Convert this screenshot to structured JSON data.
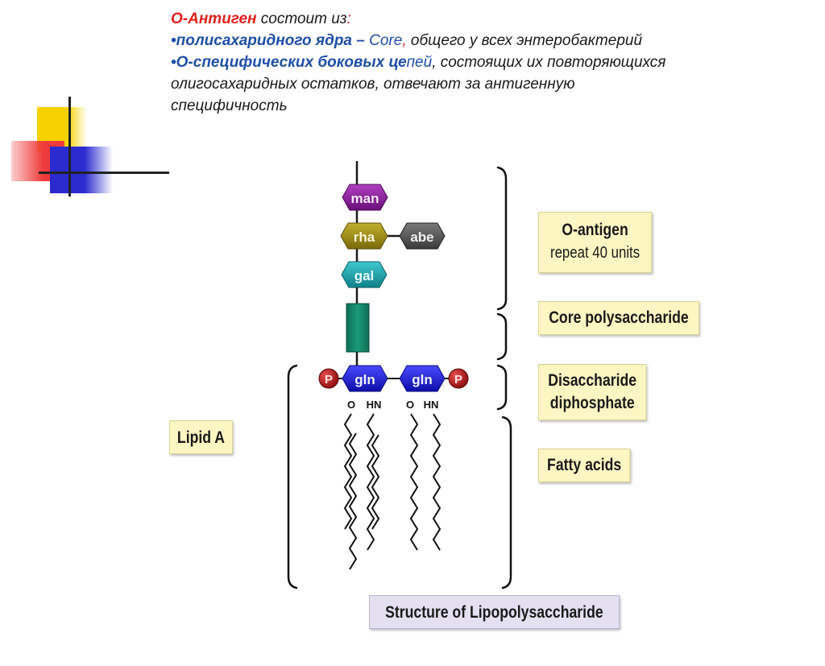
{
  "header": {
    "title": "О-Антиген",
    "title_rest": " состоит из",
    "colon": ":",
    "bullet1_bold": "•полисахаридного ядра – ",
    "bullet1_core": "Core",
    "bullet1_comma": ",",
    "bullet1_rest": " общего у всех энтеробактерий",
    "bullet2_bold": "•О-специфических боковых це",
    "bullet2_blue": "пей",
    "bullet2_rest": ", состоящих их повторяющихся",
    "line4": "олигосахаридных остатков, отвечают за антигенную",
    "line5": "специфичность"
  },
  "sugars": {
    "man": "man",
    "rha": "rha",
    "abe": "abe",
    "gal": "gal",
    "gln1": "gln",
    "gln2": "gln",
    "p": "P"
  },
  "atoms": {
    "o1": "O",
    "hn1": "HN",
    "o2": "O",
    "hn2": "HN"
  },
  "labels": {
    "o_antigen": "O-antigen",
    "o_antigen_sub": "repeat 40 units",
    "core": "Core polysaccharide",
    "dis1": "Disaccharide",
    "dis2": "diphosphate",
    "fatty": "Fatty acids",
    "lipid": "Lipid A",
    "title": "Structure of Lipopolysaccharide"
  },
  "colors": {
    "man": "#8b1a9b",
    "rha": "#9a8a10",
    "abe": "#555555",
    "gal": "#1aa0a8",
    "core": "#138a6a",
    "gln": "#1a1acd",
    "phosphate": "#c21818",
    "title_red": "#e0201b",
    "text_blue": "#1f4fa8"
  }
}
